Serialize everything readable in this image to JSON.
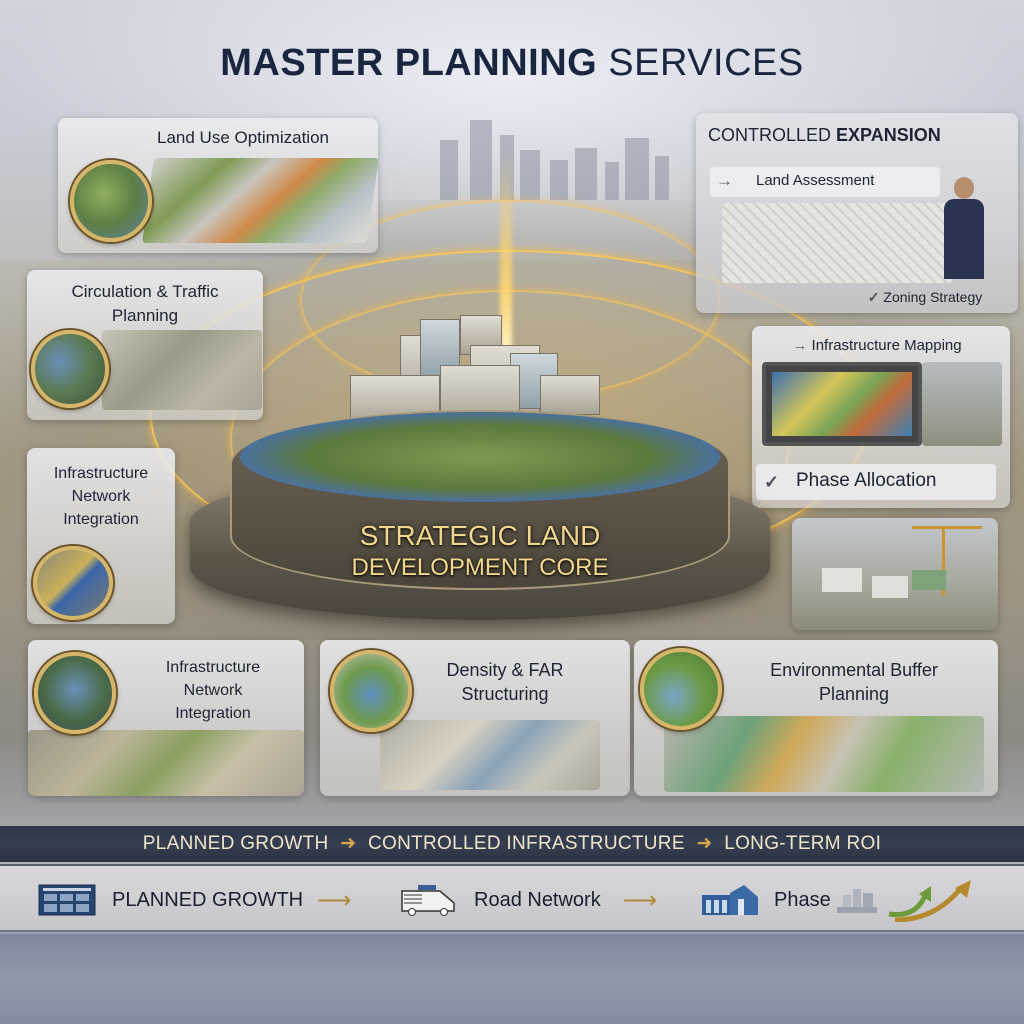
{
  "title": {
    "bold": "MASTER PLANNING",
    "light": "SERVICES"
  },
  "left_cards": [
    {
      "label": "Land Use Optimization",
      "icon": "land-use-map-icon"
    },
    {
      "label": "Circulation & Traffic Planning",
      "line1": "Circulation & Traffic",
      "line2": "Planning",
      "icon": "traffic-map-icon"
    },
    {
      "label": "Infrastructure Network Integration",
      "line1": "Infrastructure",
      "line2": "Network",
      "line3": "Integration",
      "icon": "pipeline-icon"
    }
  ],
  "right_panel": {
    "heading_light": "CONTROLLED",
    "heading_bold": "EXPANSION",
    "items": [
      {
        "label": "Land Assessment",
        "marker": "→"
      },
      {
        "label": "Zoning Strategy",
        "marker": "✓"
      },
      {
        "label": "Infrastructure Mapping",
        "marker": "→"
      },
      {
        "label": "Phase Allocation",
        "marker": "✓"
      }
    ]
  },
  "core": {
    "line1": "STRATEGIC LAND",
    "line2": "DEVELOPMENT CORE"
  },
  "bottom_cards": [
    {
      "line1": "Infrastructure",
      "line2": "Network",
      "line3": "Integration"
    },
    {
      "line1": "Density & FAR",
      "line2": "Structuring"
    },
    {
      "line1": "Environmental Buffer",
      "line2": "Planning"
    }
  ],
  "tagline": {
    "steps": [
      "PLANNED GROWTH",
      "CONTROLLED INFRASTRUCTURE",
      "LONG-TERM ROI"
    ],
    "arrow": "➜"
  },
  "flow_bar": {
    "items": [
      {
        "label": "PLANNED GROWTH",
        "icon": "grid-plan-icon"
      },
      {
        "label": "Road Network",
        "icon": "vehicle-icon"
      },
      {
        "label": "Phase",
        "icon": "buildings-icon"
      }
    ],
    "arrow": "⟶",
    "end_icon": "growth-arrow-icon"
  },
  "colors": {
    "title": "#1a2540",
    "gold": "#d6b66a",
    "core_text": "#f2d78e",
    "dark_strip": "#2c3446",
    "icon_blue": "#2b4a7a"
  }
}
